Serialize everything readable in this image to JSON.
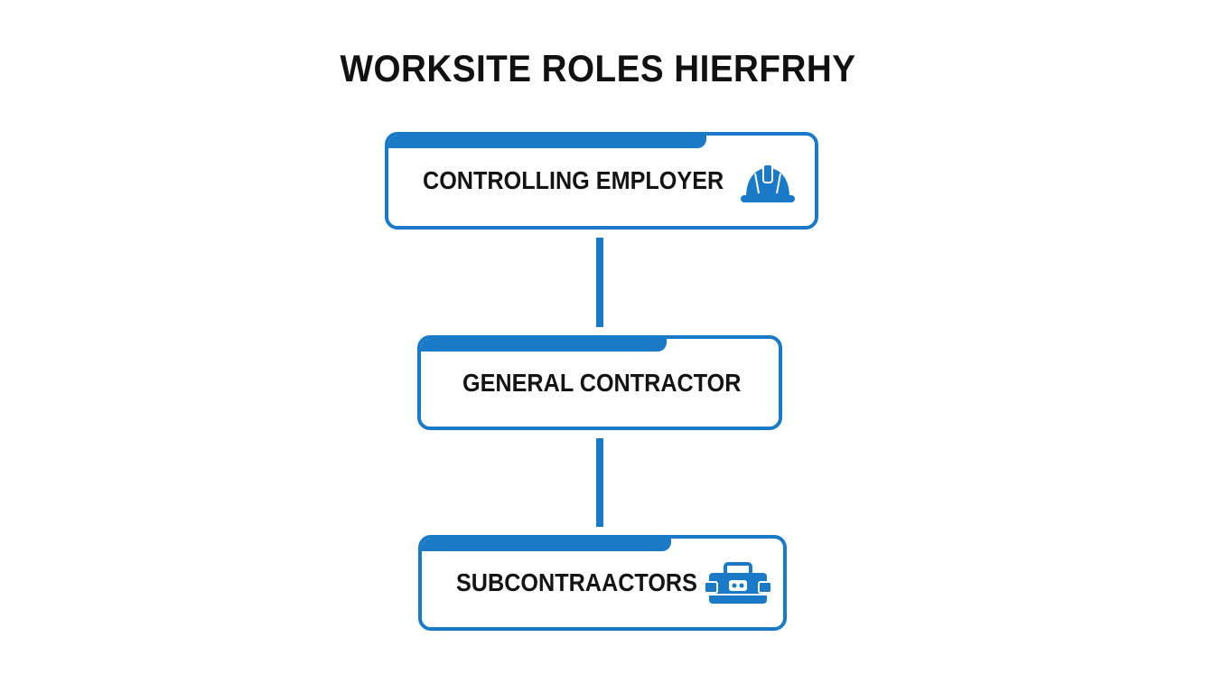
{
  "title": "WORKSITE ROLES HIERFRHY",
  "colors": {
    "accent": "#1a7ac8",
    "text": "#141414",
    "background": "#ffffff"
  },
  "nodes": [
    {
      "label": "CONTROLLING EMPLOYER",
      "icon": "hard-hat-icon"
    },
    {
      "label": "GENERAL CONTRACTOR",
      "icon": ""
    },
    {
      "label": "SUBCONTRAACTORS",
      "icon": "toolbox-icon"
    }
  ]
}
